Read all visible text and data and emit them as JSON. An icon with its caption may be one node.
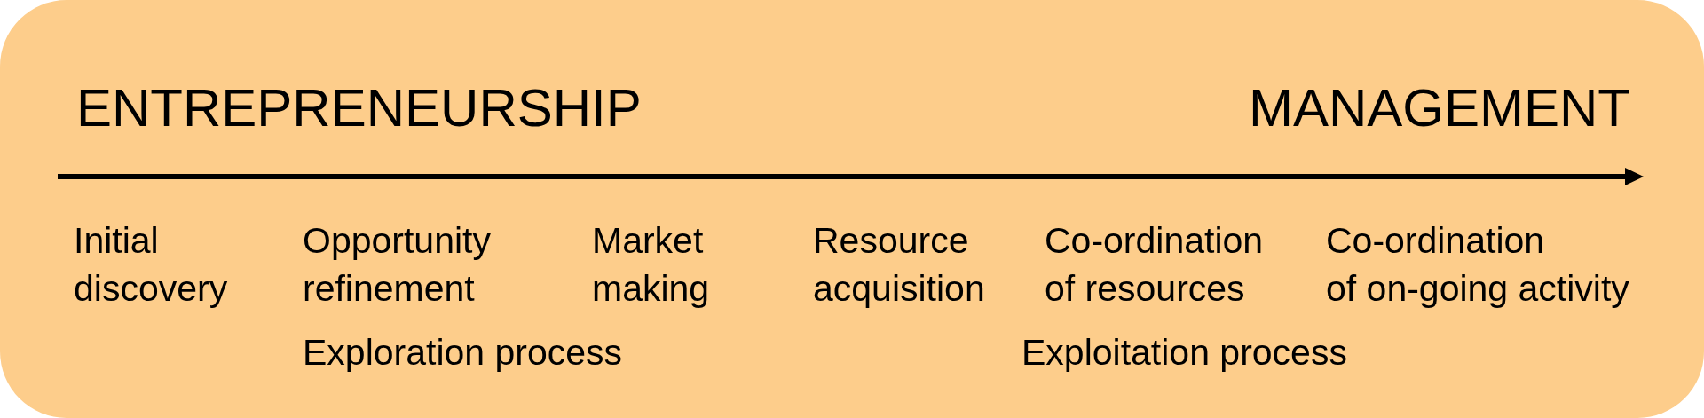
{
  "diagram": {
    "nodes": [
      {
        "text": [
          "ENTREPRENEURSHIP",
          "MANAGEMENT",
          "Initial discovery",
          "Opportunity refinement",
          "Market making",
          "Resource acquisition",
          "Co-ordination of resources",
          "Co-ordination of on-going activity",
          "Exploration process",
          "Exploitation process"
        ]
      }
    ]
  }
}
